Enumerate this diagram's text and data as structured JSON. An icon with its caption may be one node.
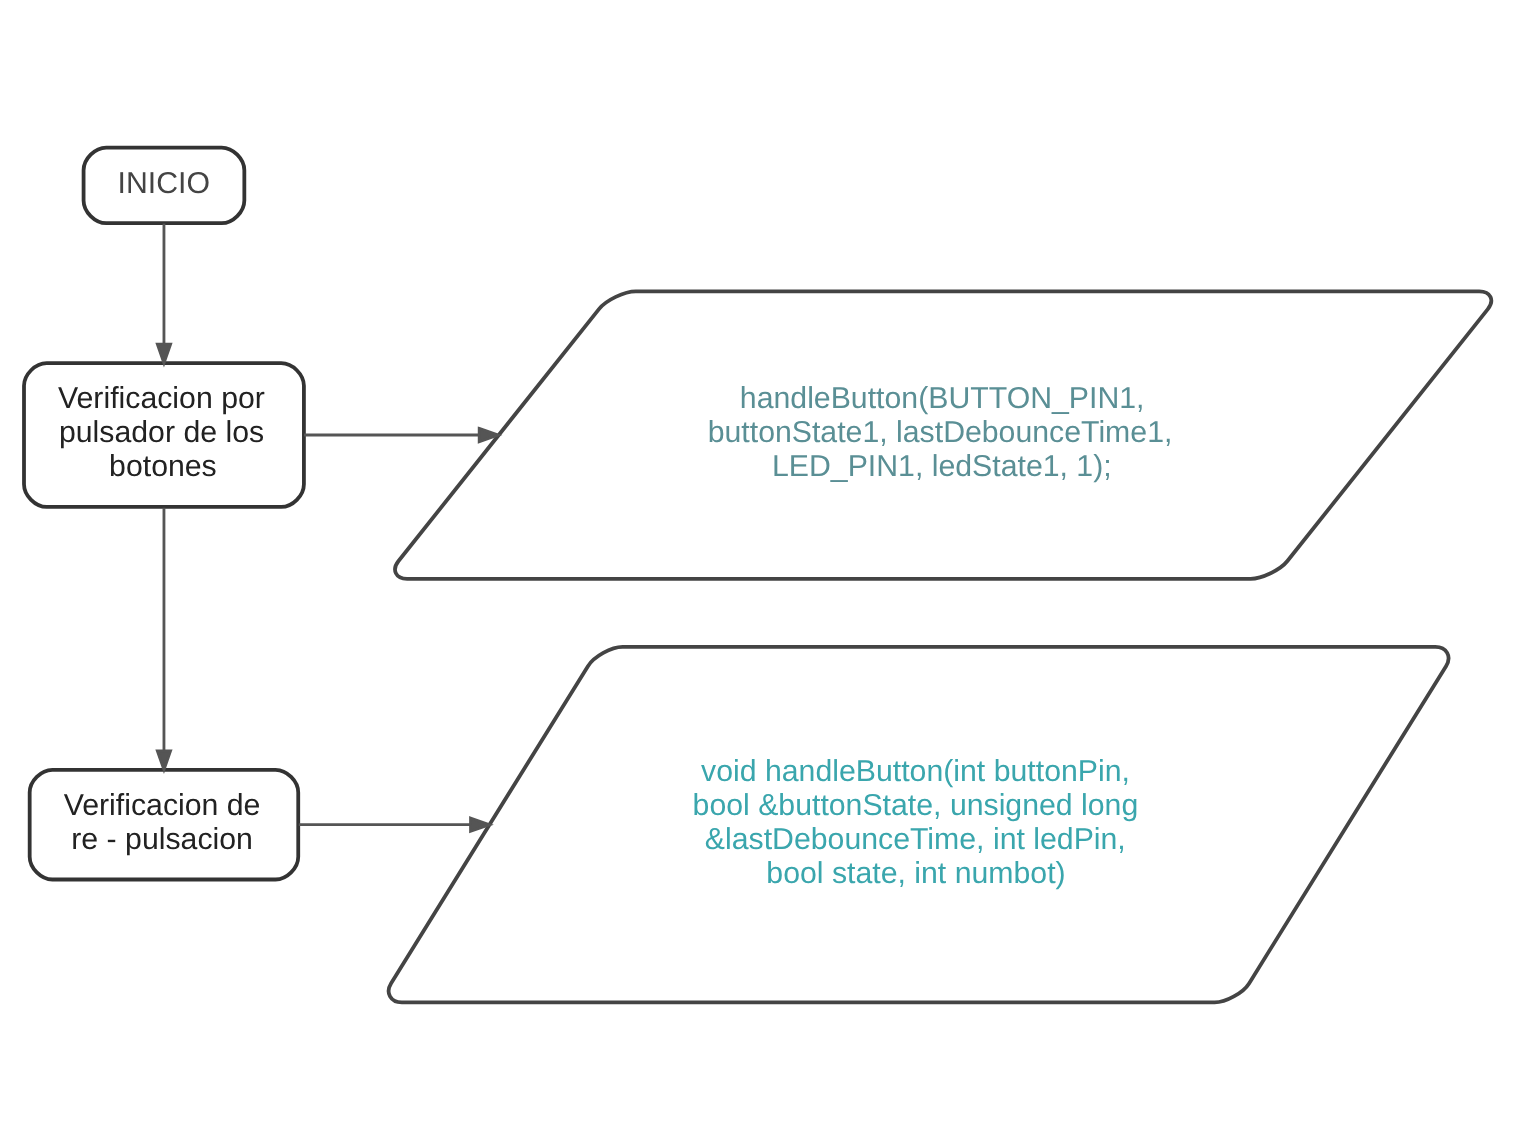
{
  "diagram": {
    "nodes": [
      {
        "text": [
          "INICIO"
        ]
      },
      {
        "text": [
          "Verificacion por pulsador de los botones"
        ]
      },
      {
        "text": [
          "handleButton(BUTTON_PIN1, buttonState1, lastDebounceTime1, LED_PIN1, ledState1, 1);"
        ]
      },
      {
        "text": [
          "Verificacion de re - pulsacion"
        ]
      },
      {
        "text": [
          "void handleButton(int buttonPin, bool &buttonState, unsigned long &lastDebounceTime, int ledPin, bool state, int numbot)"
        ]
      }
    ],
    "edges": [
      {
        "from": 0,
        "to": 1,
        "arrow": "to"
      },
      {
        "from": 1,
        "to": 2,
        "arrow": "to"
      },
      {
        "from": 1,
        "to": 3,
        "arrow": "to"
      },
      {
        "from": 3,
        "to": 4,
        "arrow": "to"
      }
    ]
  }
}
